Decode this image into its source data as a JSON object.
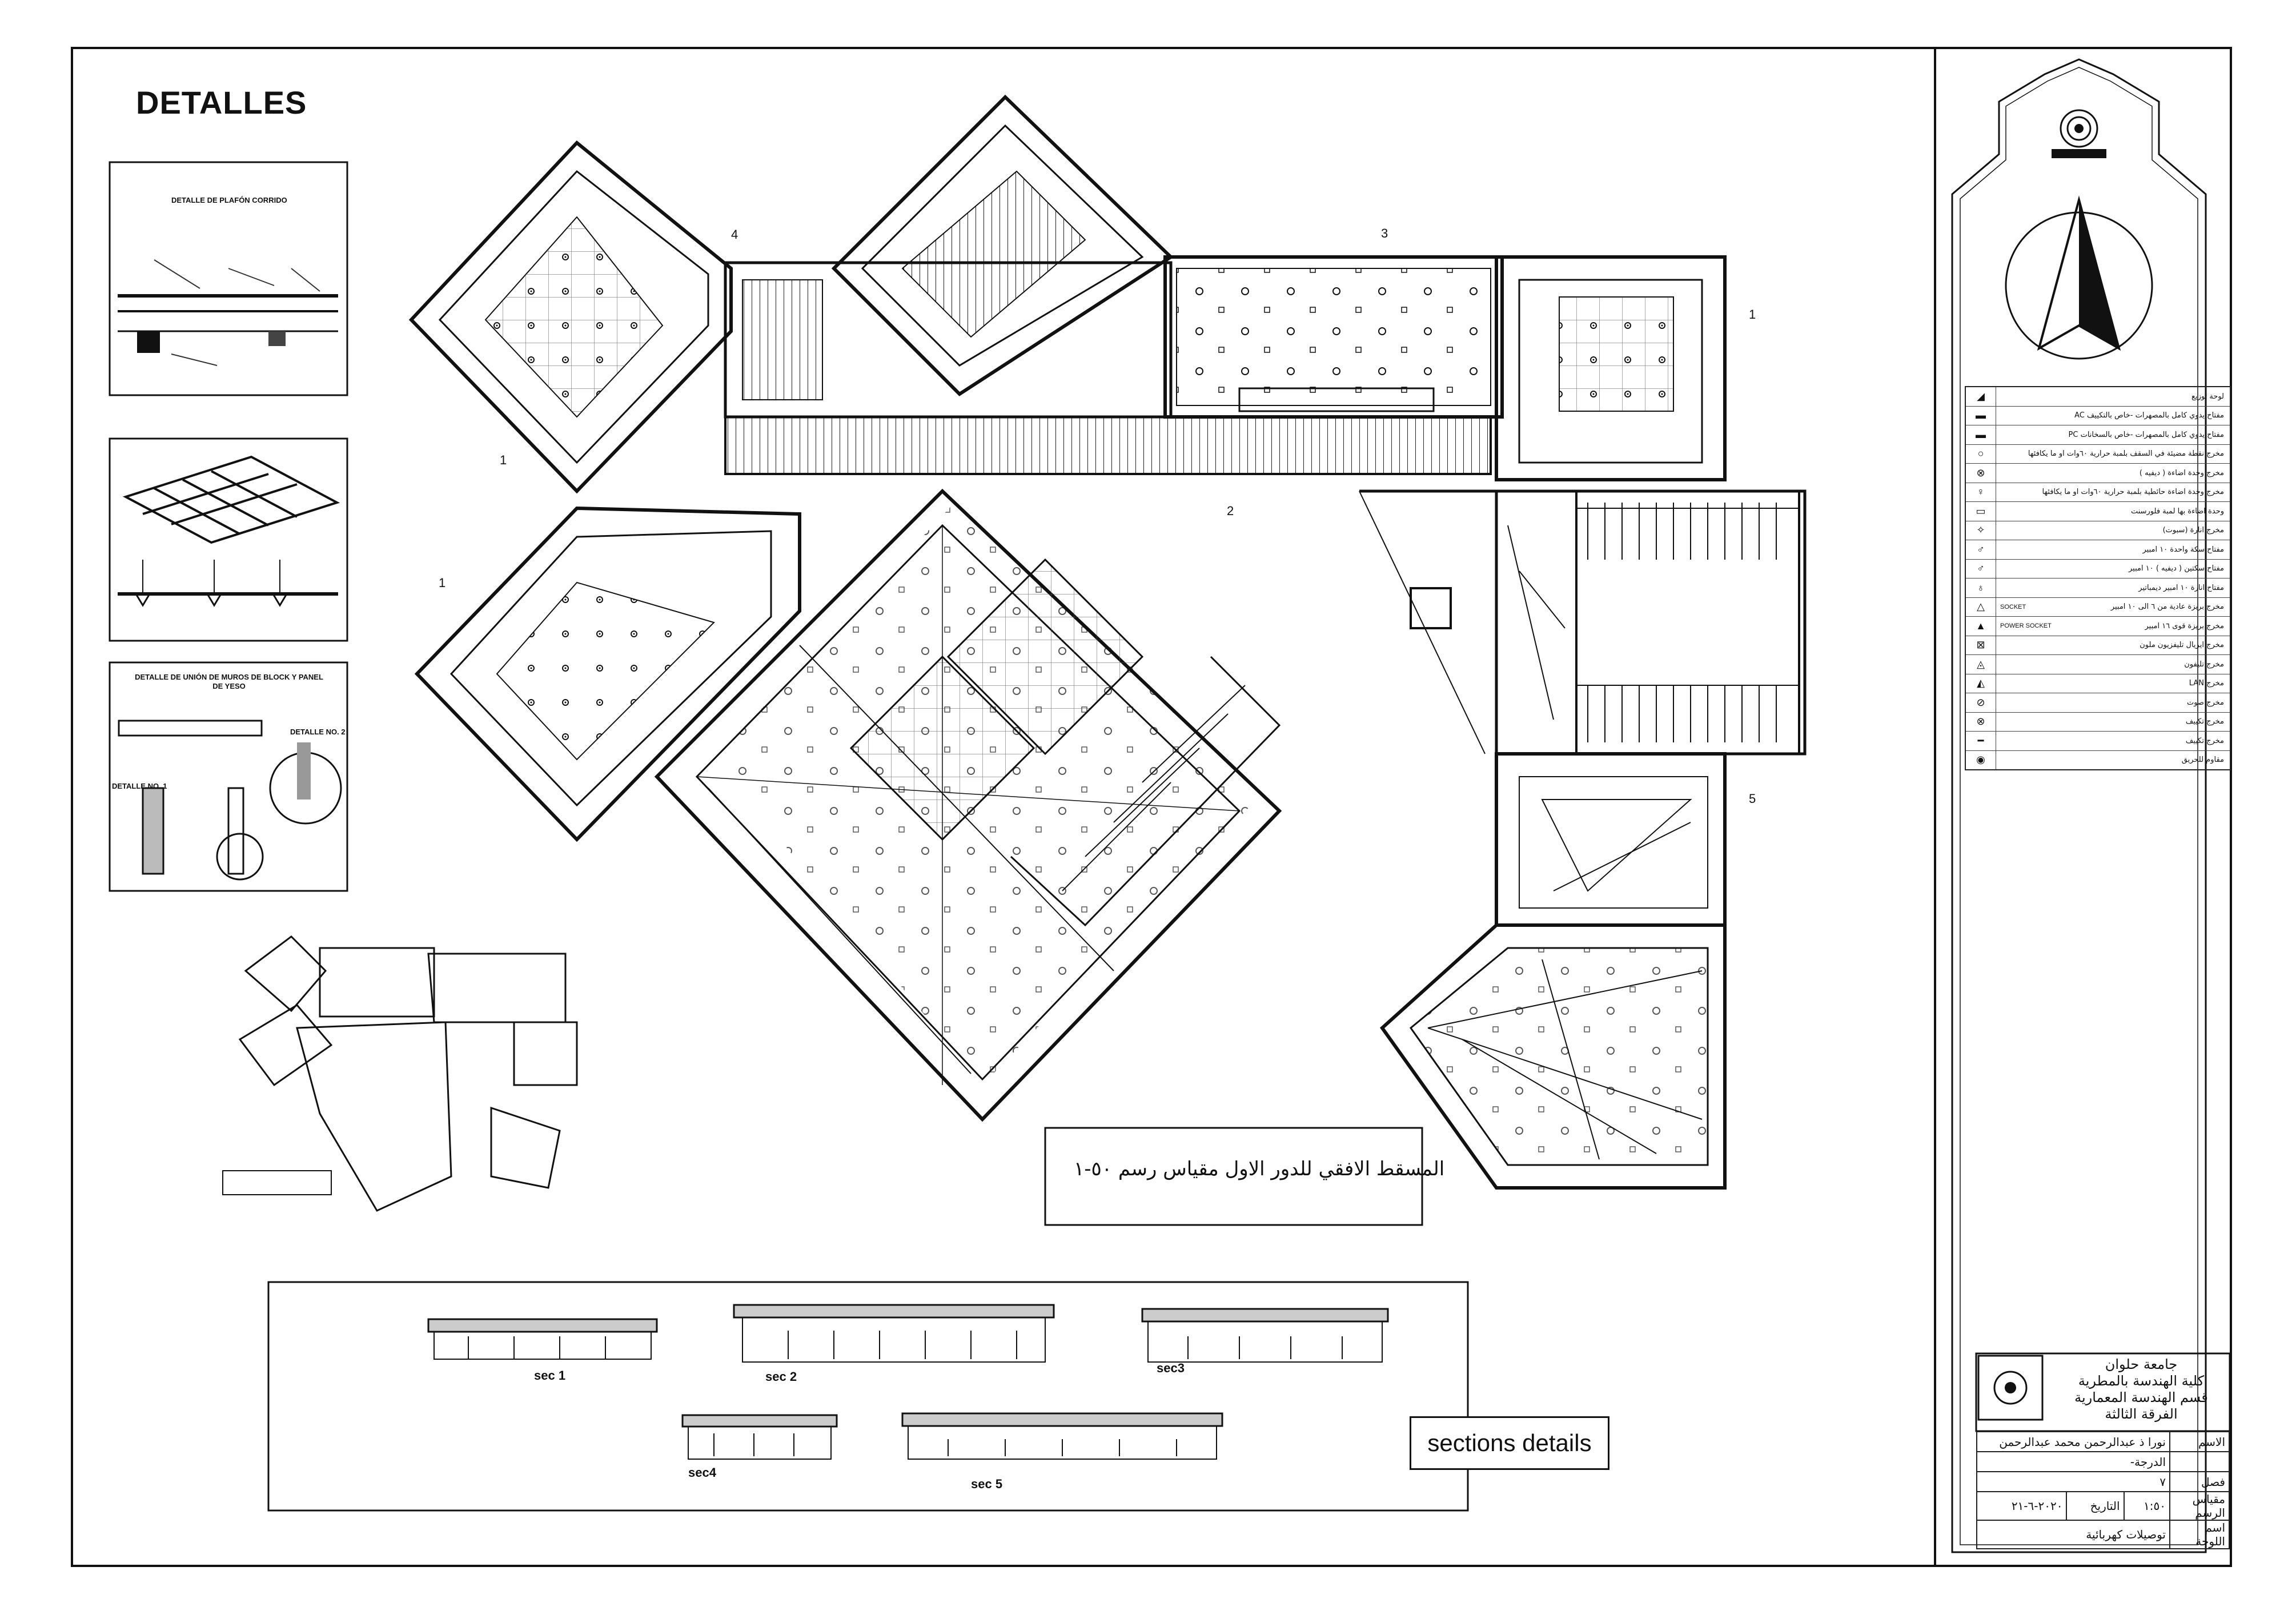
{
  "sheet": {
    "title": "DETALLES",
    "plan_caption": "المسقط الافقي للدور الاول مقياس رسم ٥٠-١",
    "sections_label": "sections details",
    "section_names": [
      "sec 1",
      "sec 2",
      "sec3",
      "sec4",
      "sec 5"
    ],
    "markers": [
      "1",
      "2",
      "3",
      "4",
      "5"
    ]
  },
  "details": [
    {
      "title": "DETALLE DE PLAFÓN CORRIDO"
    },
    {
      "title": "DETALLE DE UNIÓN DE MUROS DE BLOCK Y PANEL DE YESO",
      "sub": [
        "DETALLE NO. 1",
        "DETALLE NO. 2"
      ]
    }
  ],
  "legend": {
    "items": [
      {
        "icon": "panel-icon",
        "symbol": "◢",
        "label": "لوحة توزيع"
      },
      {
        "icon": "ac-switch-icon",
        "symbol": "▬",
        "label": "مفتاح يدوي كامل بالمصهرات -خاص بالتكييف AC"
      },
      {
        "icon": "ac-switch2-icon",
        "symbol": "▬",
        "label": "مفتاح يدوي كامل بالمصهرات -خاص بالسخانات PC"
      },
      {
        "icon": "ceiling-outlet-icon",
        "symbol": "○",
        "label": "مخرج نقطة مضيئة في السقف بلمبة حرارية ٦٠وات او ما يكافئها"
      },
      {
        "icon": "light-unit-icon",
        "symbol": "⊗",
        "label": "مخرج وحدة اضاءة ( ديفيه )"
      },
      {
        "icon": "wall-light-icon",
        "symbol": "♀",
        "label": "مخرج وحدة اضاءة حائطية بلمبة حرارية ٦٠وات او ما يكافئها"
      },
      {
        "icon": "fluorescent-icon",
        "symbol": "▭",
        "label": "وحدة اضاءة بها لمبة فلورسنت"
      },
      {
        "icon": "spot-icon",
        "symbol": "✧",
        "label": "مخرج انارة (سبوت)"
      },
      {
        "icon": "switch-1-icon",
        "symbol": "♂",
        "label": "مفتاح سكة واحدة ١٠ امبير"
      },
      {
        "icon": "switch-2-icon",
        "symbol": "♂",
        "label": "مفتاح سكتين ( ديفيه ) ١٠ امبير"
      },
      {
        "icon": "dimmer-icon",
        "symbol": "♁",
        "label": "مفتاح انارة ١٠ امبير ديمباتير"
      },
      {
        "icon": "socket-icon",
        "symbol": "△",
        "label": "مخرج بريزة عادية من ٦ الى ١٠ امبير",
        "tag": "SOCKET"
      },
      {
        "icon": "power-socket-icon",
        "symbol": "▲",
        "label": "مخرج بريزة قوى ١٦ امبير",
        "tag": "POWER SOCKET"
      },
      {
        "icon": "tv-icon",
        "symbol": "⊠",
        "label": "مخرج ايريال تليفزيون ملون"
      },
      {
        "icon": "phone-icon",
        "symbol": "◬",
        "label": "مخرج تليفون"
      },
      {
        "icon": "lan-icon",
        "symbol": "◭",
        "label": "مخرج LAN"
      },
      {
        "icon": "sound-icon",
        "symbol": "⊘",
        "label": "مخرج صوت"
      },
      {
        "icon": "ac-outlet-icon",
        "symbol": "⊗",
        "label": "مخرج تكييف"
      },
      {
        "icon": "ac-line-icon",
        "symbol": "━",
        "label": "مخرج تكييف"
      },
      {
        "icon": "fire-icon",
        "symbol": "◉",
        "label": "مقاوم للحريق"
      }
    ]
  },
  "title_block": {
    "university": [
      "جامعة حلوان",
      "كلية الهندسة بالمطرية",
      "قسم الهندسة المعمارية",
      "الفرقة الثالثة"
    ],
    "rows": [
      {
        "label": "الاسم",
        "value": "نورا ذ عبدالرحمن محمد عبدالرحمن"
      },
      {
        "label": "",
        "value": "الدرجة-"
      },
      {
        "label": "فصل",
        "value": "٧"
      },
      {
        "label": "مقياس الرسم",
        "value": "١:٥٠",
        "label2": "التاريخ",
        "value2": "٢٠٢٠-٦-٢١"
      },
      {
        "label": "اسم اللوحة",
        "value": "توصيلات كهربائية"
      }
    ]
  }
}
